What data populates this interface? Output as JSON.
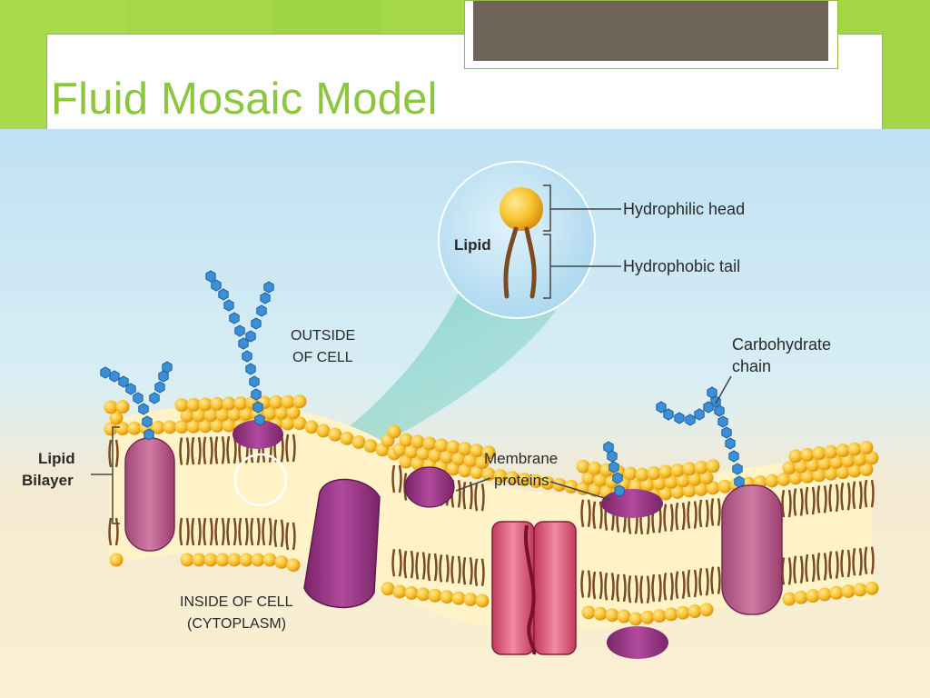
{
  "slide": {
    "title": "Fluid Mosaic Model"
  },
  "diagram": {
    "inset": {
      "lipid_label": "Lipid",
      "head_label": "Hydrophilic head",
      "tail_label": "Hydrophobic tail"
    },
    "labels": {
      "outside_line1": "OUTSIDE",
      "outside_line2": "OF CELL",
      "carbohydrate_line1": "Carbohydrate",
      "carbohydrate_line2": "chain",
      "bilayer_line1": "Lipid",
      "bilayer_line2": "Bilayer",
      "proteins_line1": "Membrane",
      "proteins_line2": "proteins",
      "inside_line1": "INSIDE OF CELL",
      "inside_line2": "(CYTOPLASM)"
    }
  },
  "colors": {
    "slide_green": "#a5d846",
    "title_green": "#8cc63e",
    "accent_gray": "#6f655a",
    "lipid_head": "#f5b820",
    "lipid_tail": "#7a4a22",
    "protein_purple": "#8e2e7e",
    "channel_pink": "#e06a82",
    "carbohydrate_blue": "#3a8fd6"
  }
}
